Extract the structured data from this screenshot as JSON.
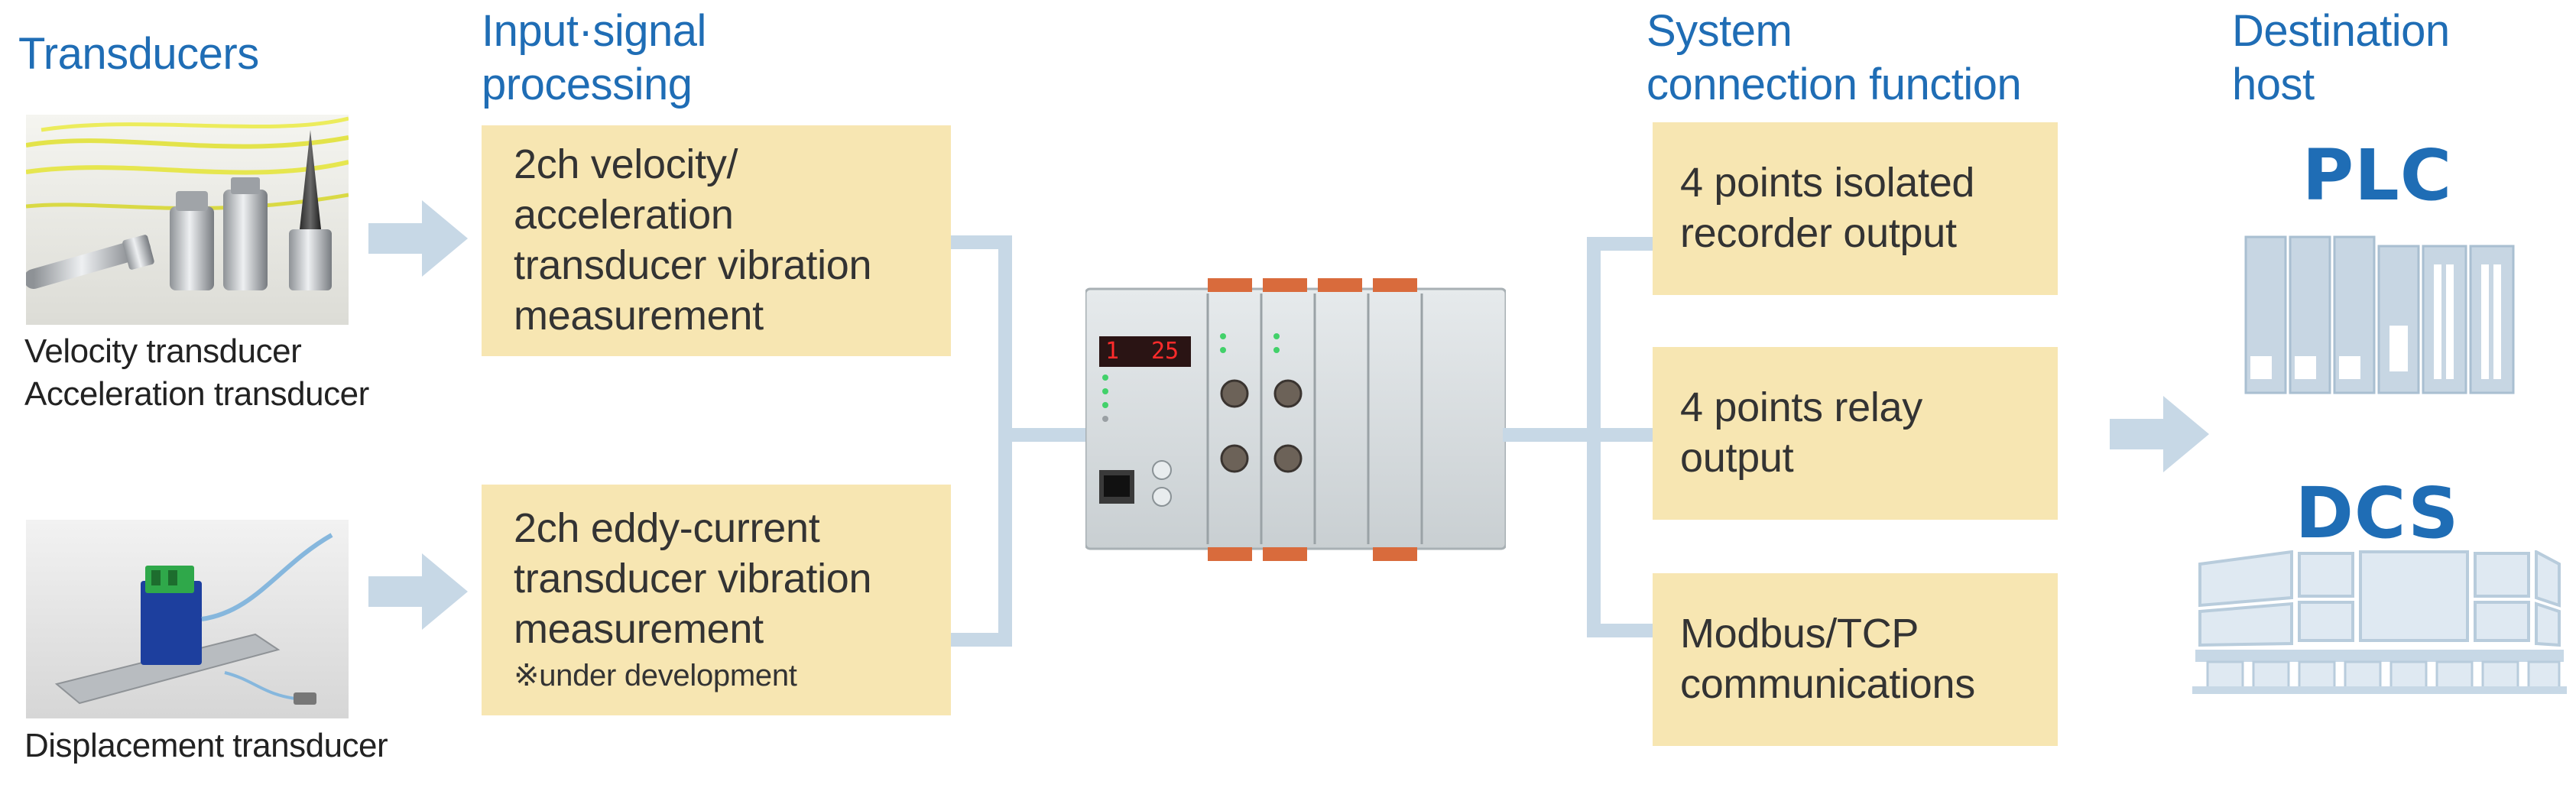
{
  "columns": {
    "transducers": "Transducers",
    "input": "Input·signal\nprocessing",
    "system": "System\nconnection function",
    "host": "Destination\nhost"
  },
  "transducers": [
    {
      "caption": "Velocity transducer\nAcceleration transducer"
    },
    {
      "caption": "Displacement transducer"
    }
  ],
  "input_boxes": [
    {
      "text": "2ch velocity/\nacceleration\ntransducer vibration\nmeasurement",
      "note": ""
    },
    {
      "text": "2ch eddy-current\ntransducer vibration\nmeasurement",
      "note": "※under development"
    }
  ],
  "device": {
    "display_value": "25",
    "channel_indicator": "1"
  },
  "output_boxes": [
    {
      "text": "4 points isolated\nrecorder output"
    },
    {
      "text": "4 points relay\noutput"
    },
    {
      "text": "Modbus/TCP\ncommunications"
    }
  ],
  "hosts": [
    {
      "label": "PLC"
    },
    {
      "label": "DCS"
    }
  ],
  "colors": {
    "heading": "#1f6db5",
    "box": "#f7e6b2",
    "connector": "#c7d8e6"
  }
}
